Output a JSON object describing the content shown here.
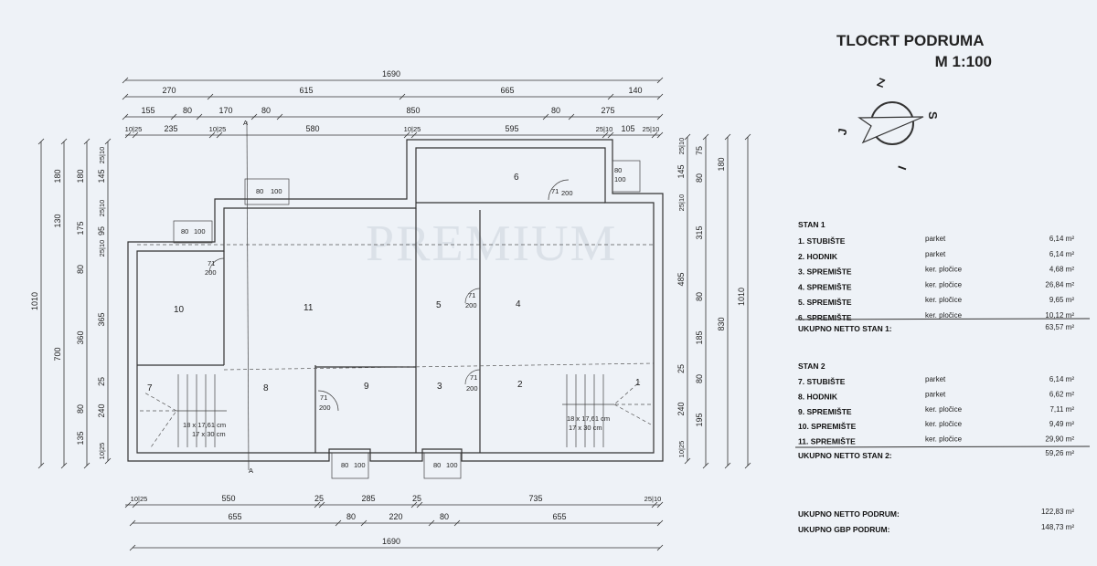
{
  "title": {
    "line1": "TLOCRT  PODRUMA",
    "line2": "M 1:100"
  },
  "compass": {
    "n": "Z",
    "e": "S",
    "s": "I",
    "w": "J"
  },
  "watermark": "PREMIUM",
  "dims": {
    "top": {
      "r1": [
        "1690"
      ],
      "r2": [
        "270",
        "615",
        "665",
        "140"
      ],
      "r3": [
        "155",
        "80",
        "170",
        "80",
        "850",
        "80",
        "275"
      ],
      "r4": [
        "10|25",
        "235",
        "10|25",
        "580",
        "10|25",
        "595",
        "25|10",
        "105",
        "25|10"
      ]
    },
    "bottom": {
      "r1": [
        "10|25",
        "550",
        "25",
        "285",
        "25",
        "735",
        "25|10"
      ],
      "r2": [
        "655",
        "80",
        "220",
        "80",
        "655"
      ],
      "r3": [
        "1690"
      ]
    },
    "left": {
      "c1": [
        "1010"
      ],
      "c2": [
        "180",
        "130",
        "700"
      ],
      "c3": [
        "180",
        "175",
        "80",
        "360",
        "80",
        "135"
      ],
      "c4": [
        "25|10",
        "145",
        "25|10",
        "95",
        "25|10",
        "365",
        "25",
        "240",
        "10|25"
      ]
    },
    "right": {
      "c1": [
        "25|10",
        "145",
        "25|10",
        "485",
        "25",
        "240",
        "10|25"
      ],
      "c2": [
        "75",
        "80",
        "315",
        "80",
        "185",
        "80",
        "195"
      ],
      "c3": [
        "180",
        "830"
      ],
      "c4": [
        "1010"
      ]
    }
  },
  "rooms": [
    "1",
    "2",
    "3",
    "4",
    "5",
    "6",
    "7",
    "8",
    "9",
    "10",
    "11"
  ],
  "door": {
    "w": "71",
    "h": "200"
  },
  "window": {
    "w": "80",
    "h": "100"
  },
  "stairs": {
    "line1": "18 x 17,61 cm",
    "line2": "17 x 30 cm"
  },
  "section_mark": "A",
  "table": {
    "stan1": {
      "heading": "STAN 1",
      "rows": [
        {
          "name": "1. STUBIŠTE",
          "floor": "parket",
          "area": "6,14 m²"
        },
        {
          "name": "2. HODNIK",
          "floor": "parket",
          "area": "6,14 m²"
        },
        {
          "name": "3. SPREMIŠTE",
          "floor": "ker. pločice",
          "area": "4,68 m²"
        },
        {
          "name": "4. SPREMIŠTE",
          "floor": "ker. pločice",
          "area": "26,84 m²"
        },
        {
          "name": "5. SPREMIŠTE",
          "floor": "ker. pločice",
          "area": "9,65 m²"
        },
        {
          "name": "6. SPREMIŠTE",
          "floor": "ker. pločice",
          "area": "10,12 m²"
        }
      ],
      "total_label": "UKUPNO NETTO STAN 1:",
      "total": "63,57 m²"
    },
    "stan2": {
      "heading": "STAN 2",
      "rows": [
        {
          "name": "7. STUBIŠTE",
          "floor": "parket",
          "area": "6,14 m²"
        },
        {
          "name": "8. HODNIK",
          "floor": "parket",
          "area": "6,62 m²"
        },
        {
          "name": "9. SPREMIŠTE",
          "floor": "ker. pločice",
          "area": "7,11 m²"
        },
        {
          "name": "10. SPREMIŠTE",
          "floor": "ker. pločice",
          "area": "9,49 m²"
        },
        {
          "name": "11. SPREMIŠTE",
          "floor": "ker. pločice",
          "area": "29,90 m²"
        }
      ],
      "total_label": "UKUPNO NETTO STAN 2:",
      "total": "59,26 m²"
    },
    "podrum_netto_label": "UKUPNO NETTO PODRUM:",
    "podrum_netto": "122,83 m²",
    "podrum_gbp_label": "UKUPNO GBP PODRUM:",
    "podrum_gbp": "148,73 m²"
  }
}
